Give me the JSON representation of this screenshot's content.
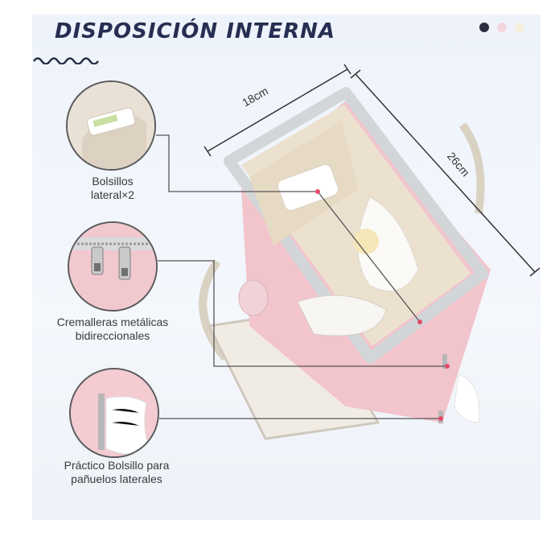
{
  "title": "DISPOSICIÓN INTERNA",
  "dimensions": {
    "width": "18cm",
    "depth": "26cm"
  },
  "callouts": [
    {
      "line1": "Bolsillos",
      "line2": "lateral×2"
    },
    {
      "line1": "Cremalleras metálicas",
      "line2": "bidireccionales"
    },
    {
      "line1": "Práctico Bolsillo para",
      "line2": "pañuelos laterales"
    }
  ],
  "colors": {
    "title": "#262f52",
    "bag_pink": "#f2c4cc",
    "bag_inner": "#ece1cf",
    "trim": "#cfd3d6"
  },
  "color_dots": [
    "#2b2f3d",
    "#f5d6dc",
    "#f6efdc"
  ]
}
